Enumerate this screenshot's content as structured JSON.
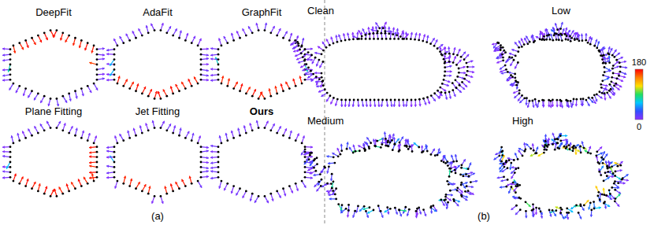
{
  "diagram": {
    "labels": [
      "DeepFit",
      "AdaFit",
      "GraphFit",
      "Plane Fitting",
      "Jet Fitting",
      "Ours",
      "(a)",
      "Clean",
      "Low",
      "Medium",
      "High",
      "180",
      "0",
      "(b)"
    ]
  }
}
